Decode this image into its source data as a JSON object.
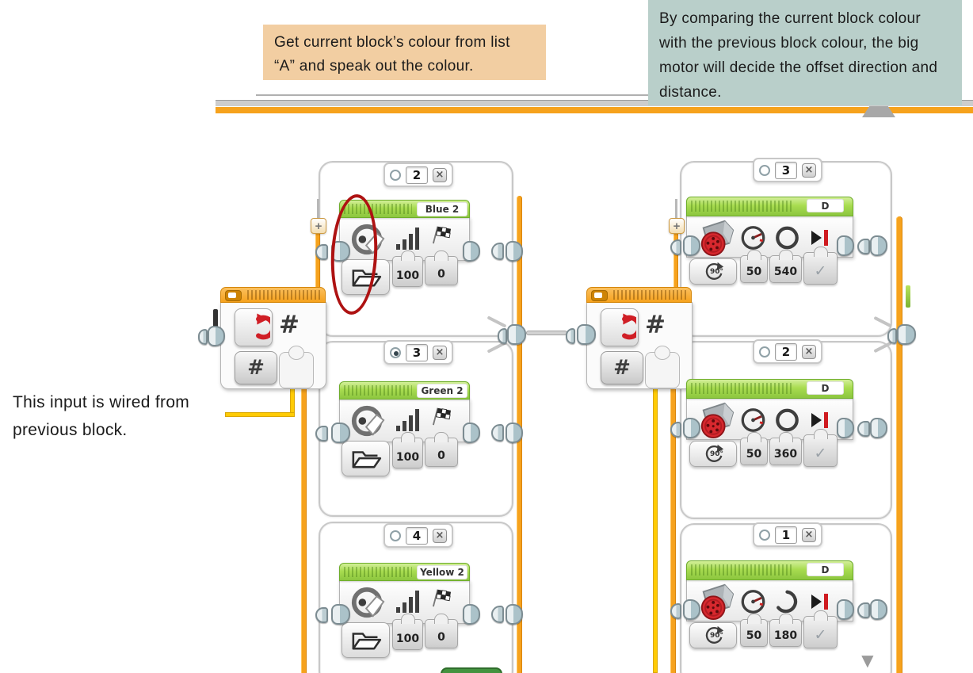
{
  "notes": {
    "speak_note": "Get current block’s colour from list “A” and speak out the colour.",
    "motor_note": "By comparing the current block colour with the previous block colour, the big motor will decide the offset direction and distance.",
    "wire_note": "This input is wired from previous block."
  },
  "icons": {
    "close_icon": "×",
    "plus_icon": "+",
    "check_icon": "✓",
    "scroll_down_icon": "▼"
  },
  "colors": {
    "ev3_orange": "#F6A21D",
    "ev3_green": "#8CC63F",
    "wire_yellow": "#FFCB05",
    "annotation_red": "#AE1212",
    "note_tan": "#F2CEA2",
    "note_teal": "#B9CFCA"
  },
  "left_switch": {
    "mode_symbol": "#",
    "default_case_symbol": "#",
    "cases": [
      {
        "tab_number": "2",
        "selected": false,
        "sound_block": {
          "name": "Blue 2",
          "volume": "100",
          "play_type": "0"
        }
      },
      {
        "tab_number": "3",
        "selected": true,
        "sound_block": {
          "name": "Green 2",
          "volume": "100",
          "play_type": "0"
        }
      },
      {
        "tab_number": "4",
        "selected": false,
        "sound_block": {
          "name": "Yellow 2",
          "volume": "100",
          "play_type": "0"
        }
      }
    ]
  },
  "right_switch": {
    "mode_symbol": "#",
    "default_case_symbol": "#",
    "cases": [
      {
        "tab_number": "3",
        "selected": false,
        "motor_block": {
          "port": "D",
          "rotation_mode": "90°",
          "power": "50",
          "degrees": "540"
        }
      },
      {
        "tab_number": "2",
        "selected": false,
        "motor_block": {
          "port": "D",
          "rotation_mode": "90°",
          "power": "50",
          "degrees": "360"
        }
      },
      {
        "tab_number": "1",
        "selected": false,
        "motor_block": {
          "port": "D",
          "rotation_mode": "90°",
          "power": "50",
          "degrees": "180"
        }
      }
    ]
  }
}
